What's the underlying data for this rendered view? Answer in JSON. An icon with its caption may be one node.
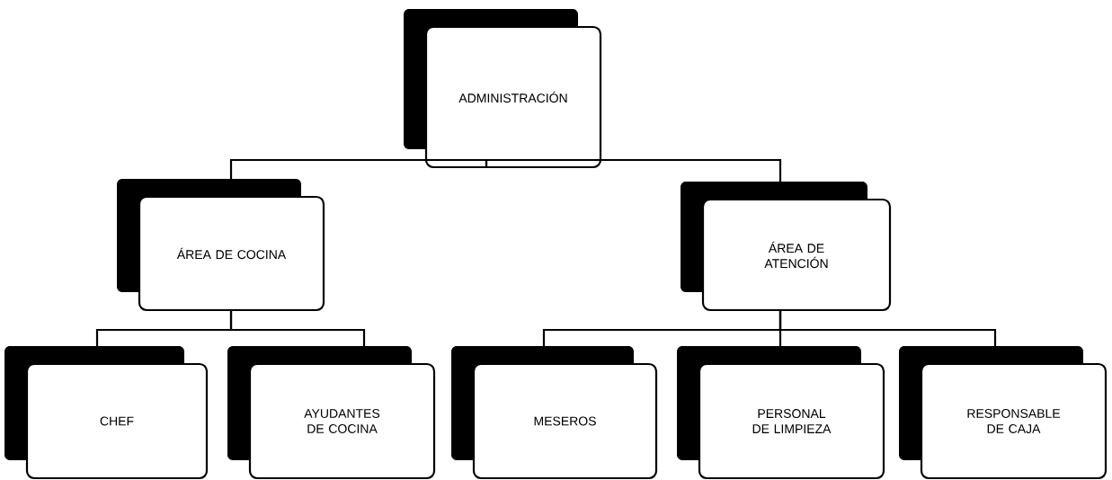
{
  "diagram": {
    "nodes": [
      {
        "text": [
          "ADMINISTRACIÓN"
        ]
      },
      {
        "text": [
          "ÁREA DE COCINA"
        ]
      },
      {
        "text": [
          "ÁREA DE ATENCIÓN"
        ]
      },
      {
        "text": [
          "CHEF"
        ]
      },
      {
        "text": [
          "AYUDANTES DE COCINA"
        ]
      },
      {
        "text": [
          "MESEROS"
        ]
      },
      {
        "text": [
          "PERSONAL DE LIMPIEZA"
        ]
      },
      {
        "text": [
          "RESPONSABLE DE CAJA"
        ]
      }
    ],
    "edges": [
      {
        "from": 0,
        "to": 1,
        "arrow": "none"
      },
      {
        "from": 0,
        "to": 2,
        "arrow": "none"
      },
      {
        "from": 1,
        "to": 3,
        "arrow": "none"
      },
      {
        "from": 1,
        "to": 4,
        "arrow": "none"
      },
      {
        "from": 2,
        "to": 5,
        "arrow": "none"
      },
      {
        "from": 2,
        "to": 6,
        "arrow": "none"
      },
      {
        "from": 2,
        "to": 7,
        "arrow": "none"
      }
    ]
  }
}
